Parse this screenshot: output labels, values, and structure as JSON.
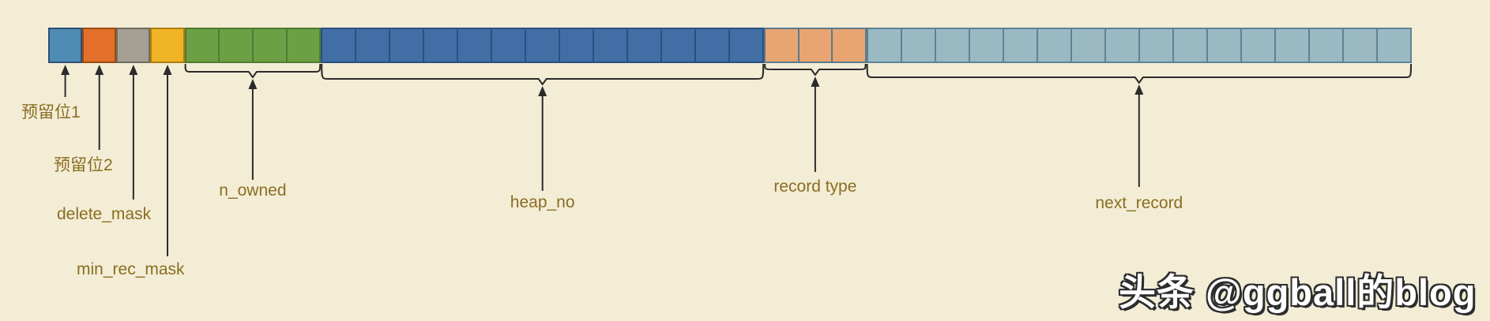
{
  "page": {
    "background": "#f3edd6",
    "label_color": "#8a6d20",
    "line_color": "#2b2b2b"
  },
  "diagram": {
    "name": "innodb-record-header-bit-layout",
    "total_bits": 40,
    "segments": [
      {
        "name": "reserved-bit-1",
        "label": "预留位1",
        "bits": 1,
        "fill": "#4f8cb4",
        "border": "#2e4d75",
        "annotation": "pin"
      },
      {
        "name": "reserved-bit-2",
        "label": "预留位2",
        "bits": 1,
        "fill": "#e2702a",
        "border": "#9c4a12",
        "annotation": "pin"
      },
      {
        "name": "delete-mask",
        "label": "delete_mask",
        "bits": 1,
        "fill": "#a5a093",
        "border": "#6f6b60",
        "annotation": "pin"
      },
      {
        "name": "min-rec-mask",
        "label": "min_rec_mask",
        "bits": 1,
        "fill": "#f0b426",
        "border": "#b07e0d",
        "annotation": "pin"
      },
      {
        "name": "n-owned",
        "label": "n_owned",
        "bits": 4,
        "fill": "#6ba045",
        "border": "#4e7c31",
        "annotation": "brace"
      },
      {
        "name": "heap-no",
        "label": "heap_no",
        "bits": 13,
        "fill": "#426ea6",
        "border": "#2b4f80",
        "annotation": "brace"
      },
      {
        "name": "record-type",
        "label": "record type",
        "bits": 3,
        "fill": "#e8a572",
        "border": "#5b7a8c",
        "annotation": "brace"
      },
      {
        "name": "next-record",
        "label": "next_record",
        "bits": 16,
        "fill": "#9bb9c2",
        "border": "#5c8398",
        "annotation": "brace"
      }
    ]
  },
  "watermark": {
    "text": "头条 @ggball的blog",
    "color": "#ffffff",
    "outline": "#2d2d2d"
  }
}
